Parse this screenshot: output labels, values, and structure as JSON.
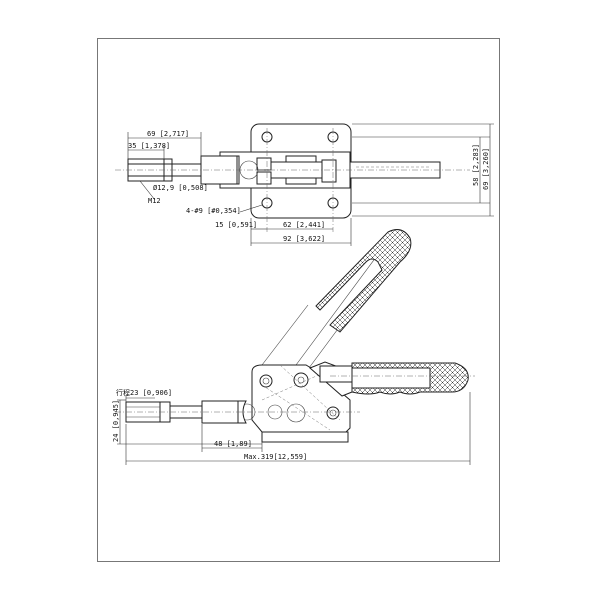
{
  "drawing": {
    "subject": "Push-pull toggle clamp",
    "views": [
      "top-view",
      "side-view"
    ],
    "top_view": {
      "dimensions": {
        "overall_stem": "69 [2,717]",
        "nut_length": "35 [1,378]",
        "rod_diameter": "Ø12,9 [0,508]",
        "thread": "M12",
        "mount_holes": "4-#9 [#0,354]",
        "hole_offset": "15 [0,591]",
        "hole_spacing": "62 [2,441]",
        "base_length": "92 [3,622]",
        "base_width_inner": "58 [2,283]",
        "base_width_outer": "69 [3,260]"
      }
    },
    "side_view": {
      "dimensions": {
        "stroke": "行程23 [0,906]",
        "height": "24 [0,945]",
        "plunger_extension": "48 [1,89]",
        "max_length": "Max.319[12,559]"
      }
    },
    "colors": {
      "line": "#222222",
      "frame": "#777777",
      "background": "#ffffff"
    }
  }
}
